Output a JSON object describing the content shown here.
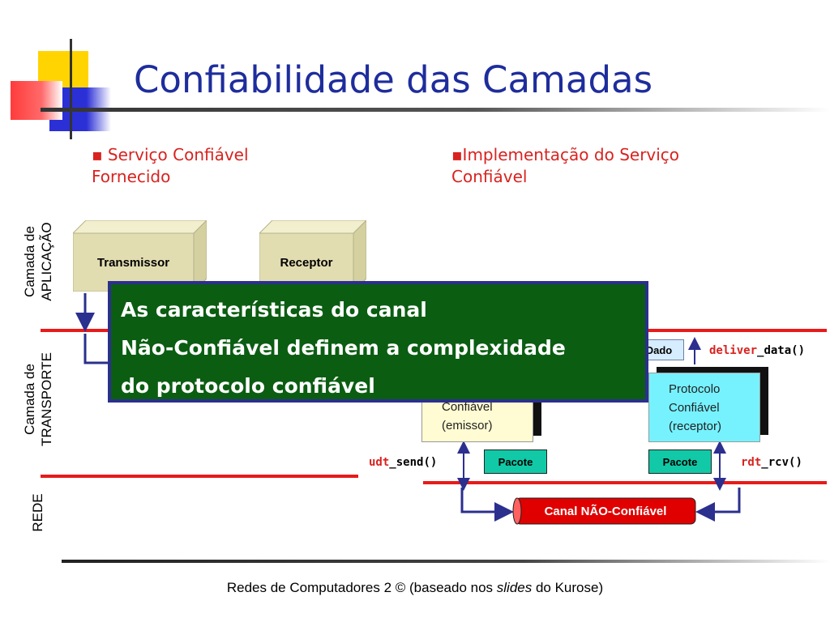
{
  "title": "Confiabilidade das Camadas",
  "left_heading": [
    "▪ Serviço Confiável",
    "Fornecido"
  ],
  "right_heading": [
    "▪Implementação do Serviço",
    "Confiável"
  ],
  "layers": {
    "application": [
      "Camada de",
      "APLICAÇÃO"
    ],
    "transport": [
      "Camada de",
      "TRANSPORTE"
    ],
    "network": "REDE"
  },
  "boxes": {
    "transmitter": "Transmissor",
    "receiver": "Receptor",
    "sender_protocol": [
      "Confiável",
      "(emissor)"
    ],
    "receiver_protocol": [
      "Protocolo",
      "Confiável",
      "(receptor)"
    ],
    "data": "Dado",
    "packet_left": "Pacote",
    "packet_right": "Pacote",
    "channel": "Canal NÃO-Confiável"
  },
  "functions": {
    "deliver_prefix": "deliver",
    "deliver_suffix": "_data()",
    "udt_prefix": "udt",
    "udt_suffix": "_send()",
    "rdt_prefix": "rdt",
    "rdt_suffix": "_rcv()"
  },
  "overlay_lines": [
    "As características do canal",
    "Não-Confiável definem a complexidade",
    "do protocolo confiável"
  ],
  "footer": {
    "before": "Redes de Computadores 2 ",
    "copyright": "©",
    "middle": " (baseado nos ",
    "italic": "slides",
    "after": " do Kurose)"
  },
  "colors": {
    "title": "#1e2d9c",
    "accent_red": "#d8231f",
    "overlay_bg": "#0b5d12",
    "packet": "#11c9a6",
    "channel": "#e00000"
  }
}
